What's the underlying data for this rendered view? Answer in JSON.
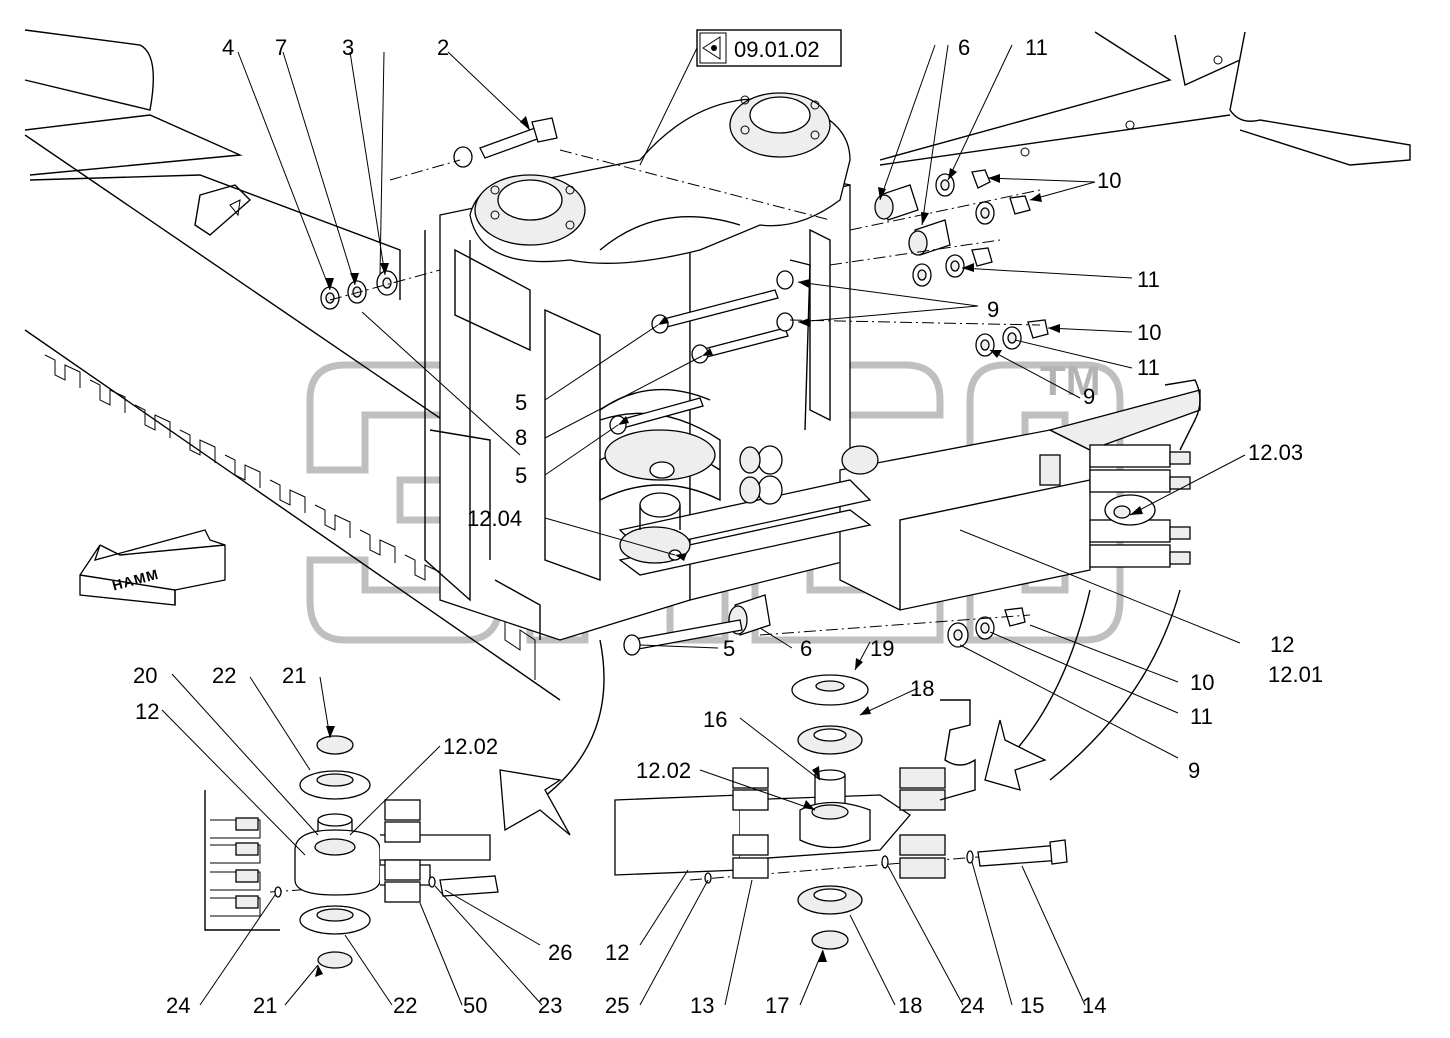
{
  "reference": {
    "label": "09.01.02"
  },
  "brand_arrow": {
    "text": "HAMM"
  },
  "watermark": {
    "tm": "TM"
  },
  "callouts": {
    "c4": "4",
    "c7": "7",
    "c3": "3",
    "c2": "2",
    "c6a": "6",
    "c11a": "11",
    "c10a": "10",
    "c11b": "11",
    "c9a": "9",
    "c10b": "10",
    "c11c": "11",
    "c9b": "9",
    "c1203": "12.03",
    "c5a": "5",
    "c8": "8",
    "c5b": "5",
    "c1204": "12.04",
    "c5c": "5",
    "c6b": "6",
    "c12a": "12",
    "c1201": "12.01",
    "c10c": "10",
    "c11d": "11",
    "c9c": "9",
    "c19": "19",
    "c18a": "18",
    "c16": "16",
    "c1202b": "12.02",
    "c20": "20",
    "c22a": "22",
    "c21a": "21",
    "c12b": "12",
    "c1202a": "12.02",
    "c26": "26",
    "c12c": "12",
    "c24a": "24",
    "c21b": "21",
    "c22b": "22",
    "c50": "50",
    "c23": "23",
    "c25": "25",
    "c13": "13",
    "c17": "17",
    "c18b": "18",
    "c24b": "24",
    "c15": "15",
    "c14": "14"
  }
}
